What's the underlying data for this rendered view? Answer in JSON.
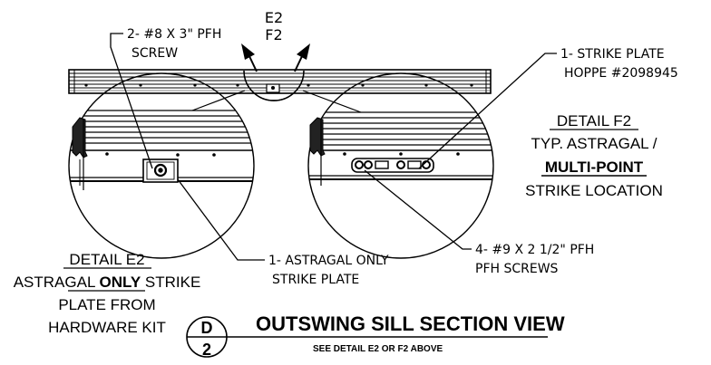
{
  "section_marker": {
    "top": "E2",
    "bottom": "F2"
  },
  "callouts": {
    "screw_e2": {
      "line1": "2- #8 X 3\" PFH",
      "line2": "SCREW"
    },
    "strike_plate_f2": {
      "line1": "1- STRIKE PLATE",
      "line2": "HOPPE #2098945"
    },
    "astragal_plate": {
      "line1": "1- ASTRAGAL ONLY",
      "line2": "STRIKE PLATE"
    },
    "screws_f2": {
      "line1": "4- #9 X 2 1/2\" PFH",
      "line2": "PFH SCREWS"
    }
  },
  "detail_e2": {
    "title": "DETAIL E2",
    "line2_before": "ASTRAGAL ",
    "line2_emph": "ONLY",
    "line2_after": " STRIKE",
    "line3": "PLATE FROM",
    "line4": "HARDWARE KIT"
  },
  "detail_f2": {
    "title": "DETAIL F2",
    "line2": "TYP. ASTRAGAL /",
    "line3": "MULTI-POINT",
    "line4": "STRIKE LOCATION"
  },
  "section_view": {
    "number_top": "D",
    "number_bottom": "2",
    "title": "OUTSWING SILL SECTION VIEW",
    "subtitle": "SEE DETAIL E2 OR F2 ABOVE"
  }
}
